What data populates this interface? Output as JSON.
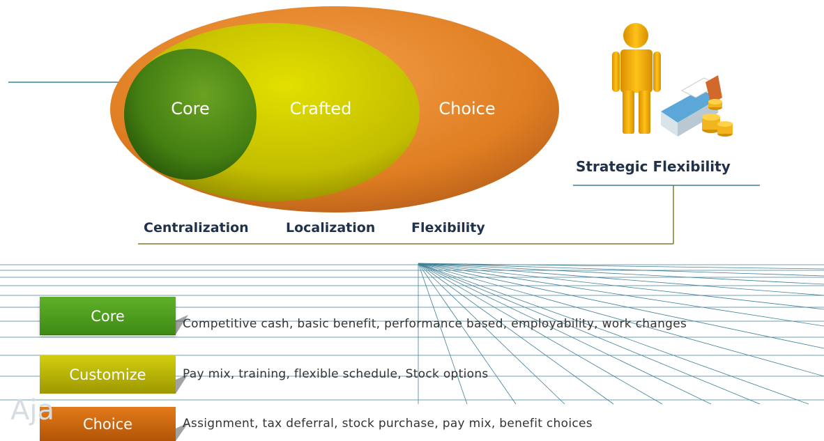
{
  "rings": [
    {
      "label": "Core",
      "color": "#4f8a10"
    },
    {
      "label": "Crafted",
      "color": "#c9c400"
    },
    {
      "label": "Choice",
      "color": "#e7852c"
    }
  ],
  "axis_labels": [
    "Centralization",
    "Localization",
    "Flexibility"
  ],
  "strategic": {
    "label": "Strategic Flexibility",
    "icon": "person-with-money-icon"
  },
  "tiers": [
    {
      "label": "Core",
      "color": "#4a9a1c",
      "description": "Competitive cash, basic benefit, performance based, employability, work changes"
    },
    {
      "label": "Customize",
      "color": "#b7b300",
      "description": "Pay mix, training, flexible schedule, Stock options"
    },
    {
      "label": "Choice",
      "color": "#d46b10",
      "description": "Assignment, tax deferral, stock purchase, pay mix, benefit choices"
    }
  ],
  "line_color": "#3f7f96"
}
